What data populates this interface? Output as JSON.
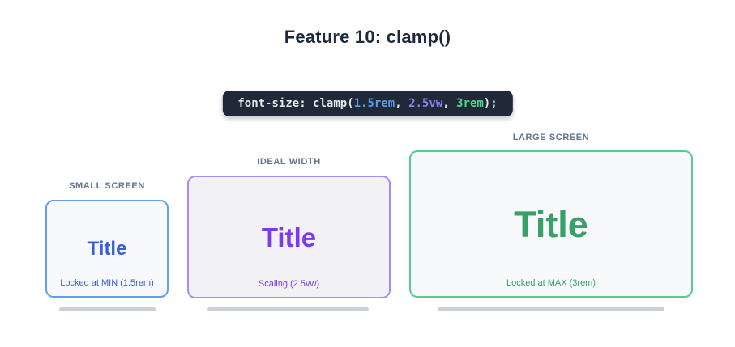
{
  "page": {
    "title": "Feature 10: clamp()"
  },
  "code": {
    "prefix": "font-size: clamp(",
    "min_value": "1.5rem",
    "comma1": ", ",
    "ideal_value": "2.5vw",
    "comma2": ", ",
    "max_value": "3rem",
    "suffix": ");",
    "colors": {
      "background": "#1f2937",
      "text": "#e5e7eb",
      "min": "#5b9bea",
      "ideal": "#8d7bf2",
      "max": "#50d592"
    }
  },
  "demos": {
    "small": {
      "label": "SMALL SCREEN",
      "title": "Title",
      "caption": "Locked at MIN (1.5rem)",
      "accent": "#3a5eda",
      "border": "#64a0ea",
      "background": "#f8f9fc"
    },
    "ideal": {
      "label": "IDEAL WIDTH",
      "title": "Title",
      "caption": "Scaling (2.5vw)",
      "accent": "#7c3aed",
      "border": "#a78bfa",
      "background": "#f2f1f6"
    },
    "large": {
      "label": "LARGE SCREEN",
      "title": "Title",
      "caption": "Locked at MAX (3rem)",
      "accent": "#38a169",
      "border": "#57cc8c",
      "background": "#f7f9fa"
    }
  },
  "ruler": {
    "color": "#cbd0da"
  }
}
